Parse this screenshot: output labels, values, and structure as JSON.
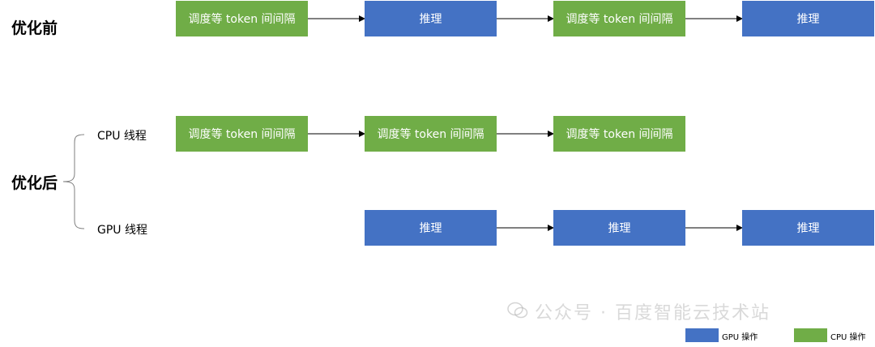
{
  "labels": {
    "before": "优化前",
    "after": "优化后",
    "cpu_thread": "CPU 线程",
    "gpu_thread": "GPU 线程"
  },
  "before_row": [
    {
      "text": "调度等 token 间间隔",
      "kind": "cpu"
    },
    {
      "text": "推理",
      "kind": "gpu"
    },
    {
      "text": "调度等 token 间间隔",
      "kind": "cpu"
    },
    {
      "text": "推理",
      "kind": "gpu"
    }
  ],
  "cpu_row": [
    {
      "text": "调度等 token 间间隔",
      "kind": "cpu"
    },
    {
      "text": "调度等 token 间间隔",
      "kind": "cpu"
    },
    {
      "text": "调度等 token 间间隔",
      "kind": "cpu"
    }
  ],
  "gpu_row": [
    {
      "text": "推理",
      "kind": "gpu"
    },
    {
      "text": "推理",
      "kind": "gpu"
    },
    {
      "text": "推理",
      "kind": "gpu"
    }
  ],
  "legend": [
    {
      "text": "GPU 操作",
      "color": "#4472C4"
    },
    {
      "text": "CPU 操作",
      "color": "#70AD47"
    }
  ],
  "watermark": "公众号 · 百度智能云技术站",
  "colors": {
    "cpu": "#70AD47",
    "gpu": "#4472C4",
    "arrow": "#000000"
  }
}
